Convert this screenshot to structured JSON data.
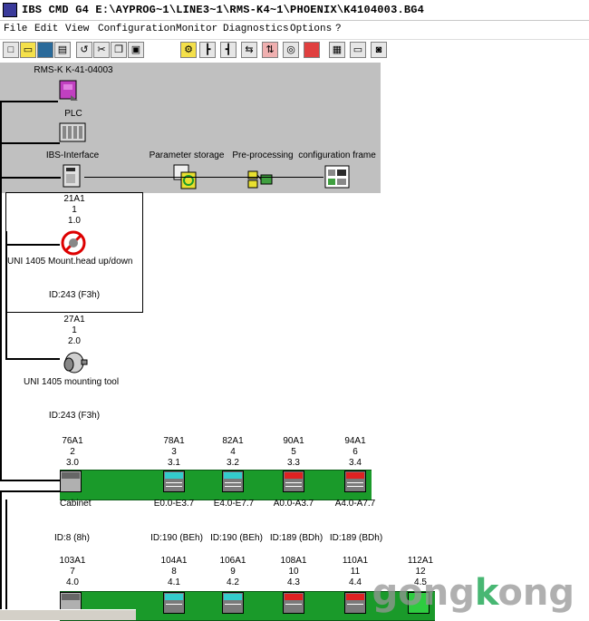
{
  "window": {
    "title": "IBS CMD G4 E:\\AYPROG~1\\LINE3~1\\RMS-K4~1\\PHOENIX\\K4104003.BG4"
  },
  "menu": [
    "File",
    "Edit",
    "View",
    "Configuration",
    "Monitor",
    "Diagnostics",
    "Options",
    "?"
  ],
  "toolbar_icons": [
    "new-icon",
    "open-icon",
    "save-icon",
    "print-icon",
    "undo-icon",
    "cut-icon",
    "copy-icon",
    "paste-icon",
    "bus-scan-icon",
    "insert-after-icon",
    "insert-before-icon",
    "replace-icon",
    "find-icon",
    "swap-icon",
    "insert-below-icon",
    "flag-icon",
    "grid-icon",
    "monitor-icon",
    "disk-icon"
  ],
  "tree": {
    "root": {
      "name": "RMS-K K-41-04003"
    },
    "plc": {
      "name": "PLC"
    },
    "ibs": {
      "name": "IBS-Interface"
    },
    "param_storage": {
      "name": "Parameter storage"
    },
    "preprocessing": {
      "name": "Pre-processing"
    },
    "config_frame": {
      "name": "configuration frame"
    },
    "dev1": {
      "tag": "21A1",
      "num": "1",
      "addr": "1.0",
      "desc": "UNI 1405  Mount.head up/down",
      "id": "ID:243 (F3h)"
    },
    "dev2": {
      "tag": "27A1",
      "num": "1",
      "addr": "2.0",
      "desc": "UNI 1405  mounting tool",
      "id": "ID:243 (F3h)"
    },
    "row1": [
      {
        "tag": "76A1",
        "num": "2",
        "addr": "3.0",
        "label": "Cabinet",
        "id": "ID:8 (8h)"
      },
      {
        "tag": "78A1",
        "num": "3",
        "addr": "3.1",
        "label": "E0.0-E3.7",
        "id": "ID:190 (BEh)"
      },
      {
        "tag": "82A1",
        "num": "4",
        "addr": "3.2",
        "label": "E4.0-E7.7",
        "id": "ID:190 (BEh)"
      },
      {
        "tag": "90A1",
        "num": "5",
        "addr": "3.3",
        "label": "A0.0-A3.7",
        "id": "ID:189 (BDh)"
      },
      {
        "tag": "94A1",
        "num": "6",
        "addr": "3.4",
        "label": "A4.0-A7.7",
        "id": "ID:189 (BDh)"
      }
    ],
    "row2": [
      {
        "tag": "103A1",
        "num": "7",
        "addr": "4.0"
      },
      {
        "tag": "104A1",
        "num": "8",
        "addr": "4.1"
      },
      {
        "tag": "106A1",
        "num": "9",
        "addr": "4.2"
      },
      {
        "tag": "108A1",
        "num": "10",
        "addr": "4.3"
      },
      {
        "tag": "110A1",
        "num": "11",
        "addr": "4.4"
      },
      {
        "tag": "112A1",
        "num": "12",
        "addr": "4.5"
      }
    ]
  },
  "watermark": {
    "pre": "gong",
    "mid": "k",
    "post": "ong"
  },
  "colors": {
    "panel": "#c0c0c0",
    "bus": "#1a9a2a",
    "input_module": "#33cccc",
    "output_module": "#dd2222"
  }
}
